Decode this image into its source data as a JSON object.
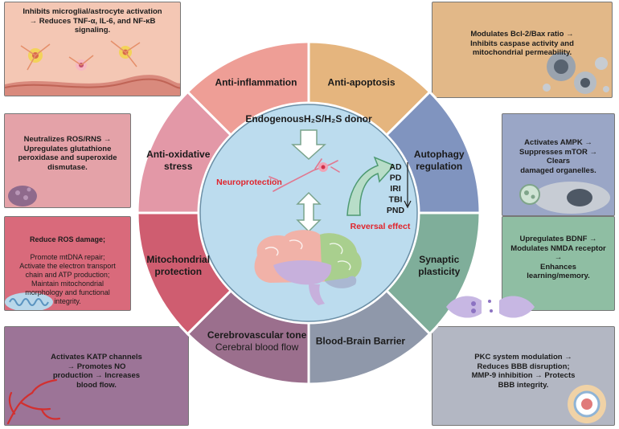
{
  "center": {
    "donor_label": "EndogenousH₂S/H₂S donor",
    "neuroprotection": "Neuroprotection",
    "reversal_effect": "Reversal effect",
    "diseases": [
      "AD",
      "PD",
      "IRI",
      "TBI",
      "PND"
    ]
  },
  "segments": {
    "anti_inflammation": "Anti-inflammation",
    "anti_apoptosis": "Anti-apoptosis",
    "anti_oxidative_line1": "Anti-oxidative",
    "anti_oxidative_line2": "stress",
    "autophagy_line1": "Autophagy",
    "autophagy_line2": "regulation",
    "mitochondrial_line1": "Mitochondrial",
    "mitochondrial_line2": "protection",
    "synaptic_line1": "Synaptic",
    "synaptic_line2": "plasticity",
    "cerebrovascular_line1": "Cerebrovascular tone",
    "cerebrovascular_line2": "Cerebral blood flow",
    "bbb": "Blood-Brain Barrier"
  },
  "boxes": {
    "top_left": "Inhibits microglial/astrocyte activation\n→ Reduces TNF-α, IL-6, and NF-κB\nsignaling.",
    "top_right": "Modulates Bcl-2/Bax ratio →\nInhibits caspase activity and\nmitochondrial permeability.",
    "mid_left": "Neutralizes ROS/RNS →\nUpregulates glutathione\nperoxidase and superoxide\ndismutase.",
    "mid_right": "Activates AMPK →\nSuppresses mTOR → Clears\ndamaged organelles.",
    "mito_left_title": "Reduce ROS damage;",
    "mito_left_body": "Promote mtDNA repair;\nActivate the electron transport\nchain and ATP production;\nMaintain mitochondrial\nmorphology and functional\nintegrity.",
    "synaptic_right": "Upregulates BDNF →\nModulates NMDA receptor →\nEnhances learning/memory.",
    "bottom_left": "Activates KATP channels\n→ Promotes NO\nproduction → Increases\nblood flow.",
    "bottom_right": "PKC system modulation →\nReduces BBB disruption;\nMMP-9 inhibition → Protects\nBBB integrity."
  },
  "colors": {
    "anti_inflammation": "#ee9e96",
    "anti_apoptosis": "#e5b57e",
    "anti_oxidative": "#e398a7",
    "autophagy": "#8094bf",
    "mitochondrial": "#cf5d70",
    "synaptic": "#7fae9a",
    "cerebrovascular": "#9b6f8d",
    "bbb": "#8f98aa",
    "center_fill": "#bcdcee",
    "neuro_red": "#e0242c"
  }
}
